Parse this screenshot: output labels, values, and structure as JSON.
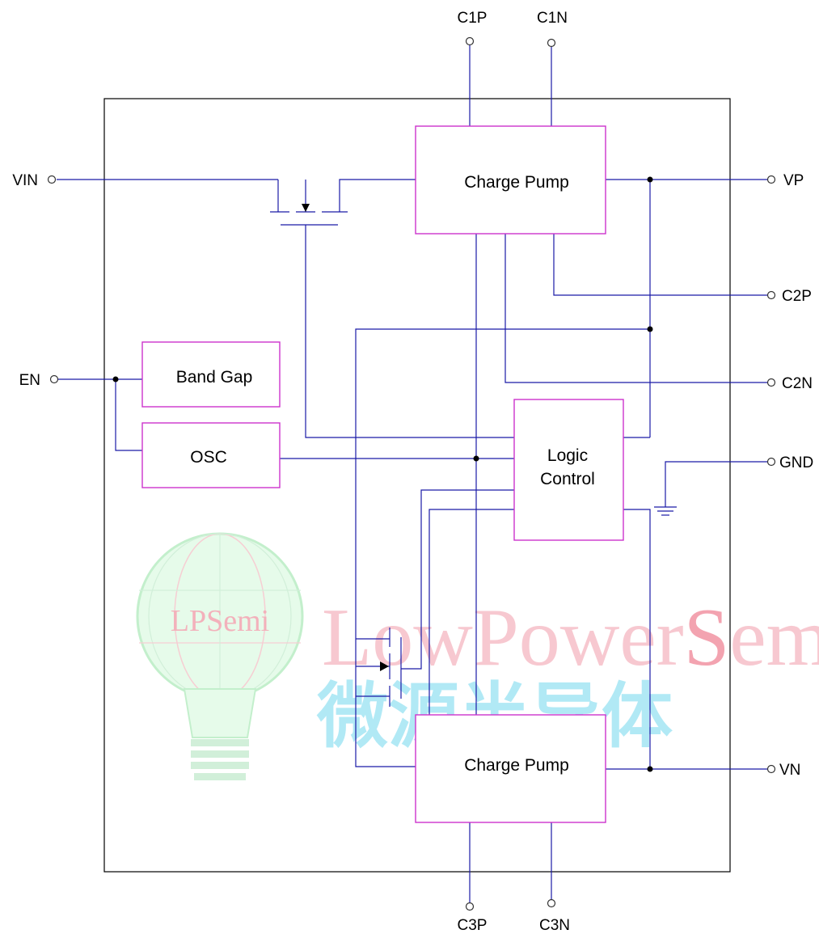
{
  "pins": {
    "c1p": "C1P",
    "c1n": "C1N",
    "vin": "VIN",
    "vp": "VP",
    "c2p": "C2P",
    "c2n": "C2N",
    "en": "EN",
    "gnd": "GND",
    "vn": "VN",
    "c3p": "C3P",
    "c3n": "C3N"
  },
  "blocks": {
    "charge_pump_top": "Charge Pump",
    "band_gap": "Band Gap",
    "osc": "OSC",
    "logic_control_line1": "Logic",
    "logic_control_line2": "Control",
    "charge_pump_bottom": "Charge Pump"
  },
  "watermark": {
    "badge": "LPSemi",
    "name_part1": "Low",
    "name_part2": "P",
    "name_part3": "ower",
    "name_part4": "S",
    "name_part5": "emi",
    "chinese": "微源半导体"
  },
  "colors": {
    "wire": "#1a1aa6",
    "block_border": "#cc33cc",
    "outline": "#000000"
  }
}
